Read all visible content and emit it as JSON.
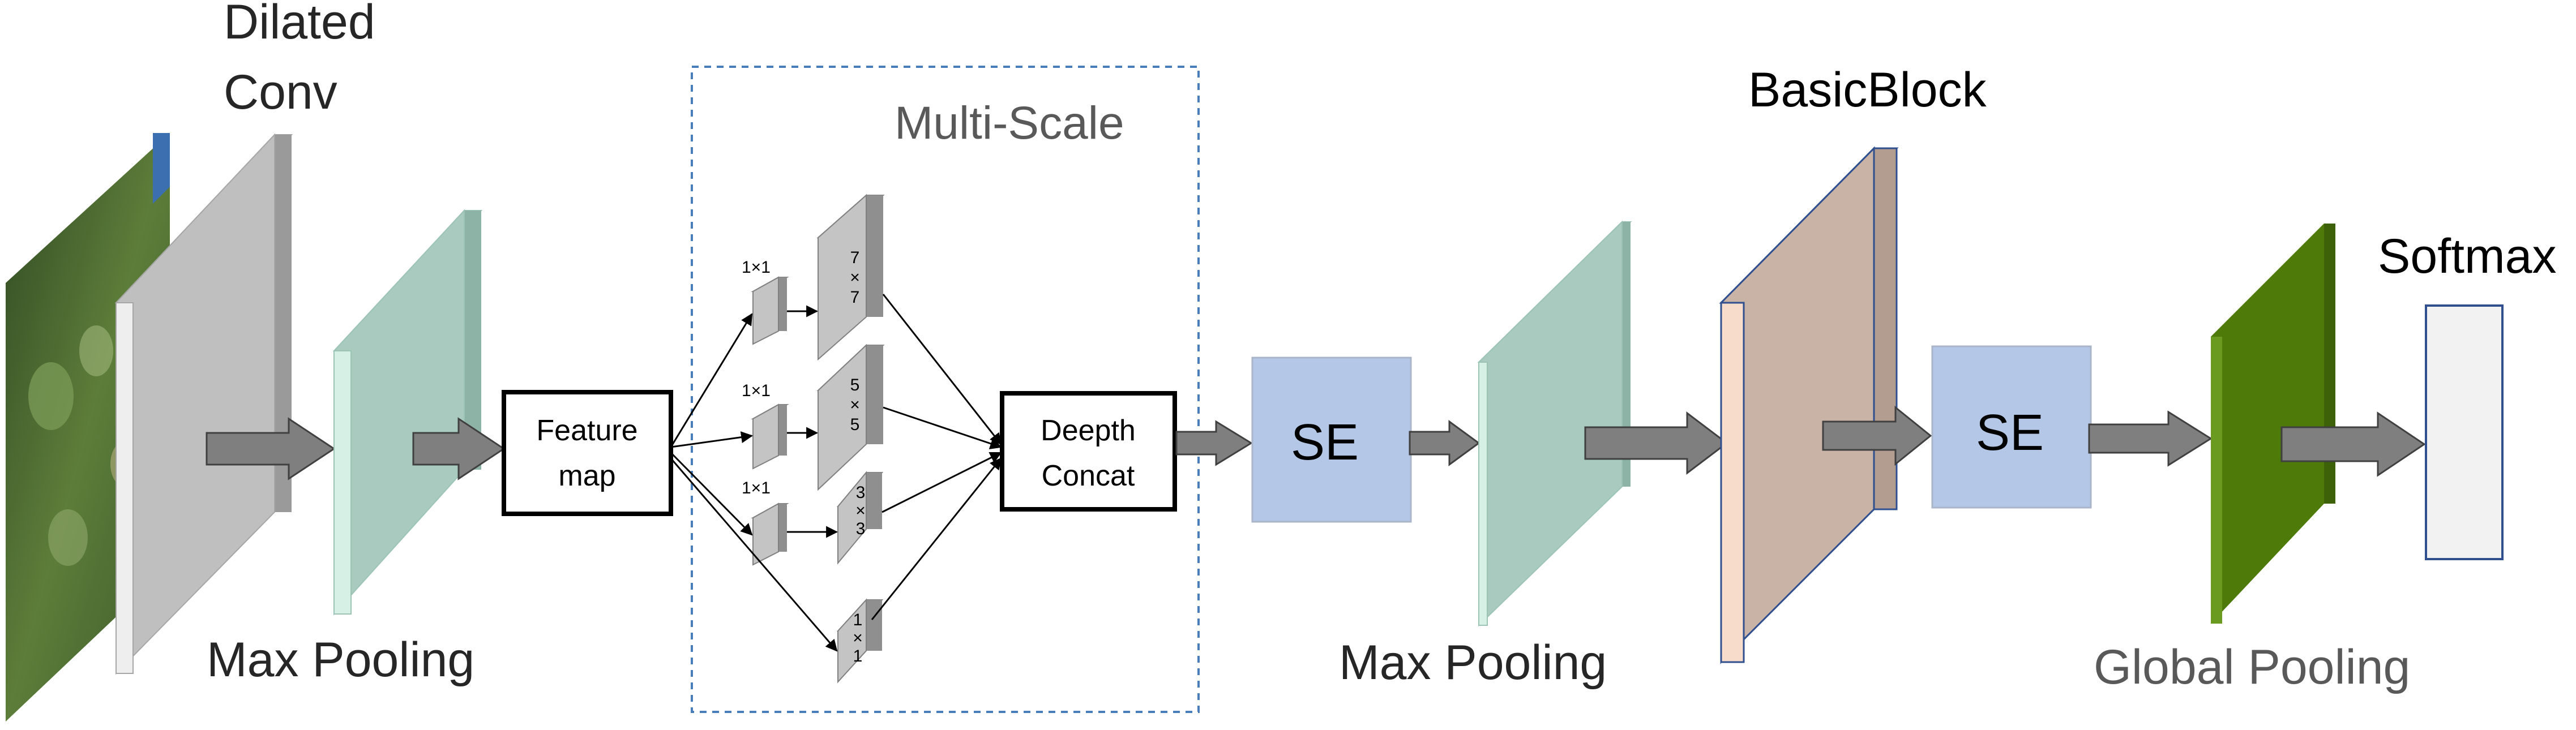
{
  "labels": {
    "dilated_conv_line1": "Dilated",
    "dilated_conv_line2": "Conv",
    "max_pooling_1": "Max Pooling",
    "feature_map_line1": "Feature",
    "feature_map_line2": "map",
    "multi_scale": "Multi-Scale",
    "deepth_concat_line1": "Deepth",
    "deepth_concat_line2": "Concat",
    "se_1": "SE",
    "max_pooling_2": "Max Pooling",
    "basic_block": "BasicBlock",
    "se_2": "SE",
    "global_pooling": "Global Pooling",
    "softmax": "Softmax"
  },
  "multi_scale_branches": [
    {
      "small_kernel": "1×1",
      "large_kernel_line1": "7",
      "large_kernel_line2": "×",
      "large_kernel_line3": "7"
    },
    {
      "small_kernel": "1×1",
      "large_kernel_line1": "5",
      "large_kernel_line2": "×",
      "large_kernel_line3": "5"
    },
    {
      "small_kernel": "1×1",
      "large_kernel_line1": "3",
      "large_kernel_line2": "×",
      "large_kernel_line3": "3"
    },
    {
      "small_kernel": "",
      "large_kernel_line1": "1",
      "large_kernel_line2": "×",
      "large_kernel_line3": "1"
    }
  ],
  "colors": {
    "conv_gray": "#bfbfbf",
    "pool_teal": "#a9cbbf",
    "pool_edge": "#d6f0e6",
    "se_blue": "#b4c7e7",
    "basic_block": "#c9b2a6",
    "basic_block_edge": "#f8dccb",
    "global_pool_green": "#4e7a0a",
    "softmax_fill": "#f2f2f2",
    "arrow_gray": "#7f7f7f",
    "dashed_blue": "#4a7ebb",
    "dark_text": "#262626",
    "gray_text": "#595959"
  }
}
